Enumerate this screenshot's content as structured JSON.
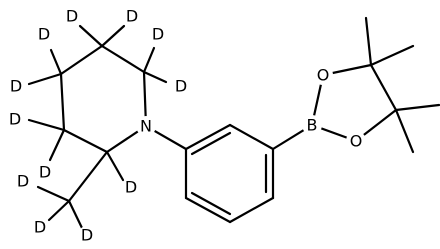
{
  "molecule": {
    "atoms": {
      "n": "N",
      "b": "B",
      "o": "O",
      "d": "D"
    }
  }
}
